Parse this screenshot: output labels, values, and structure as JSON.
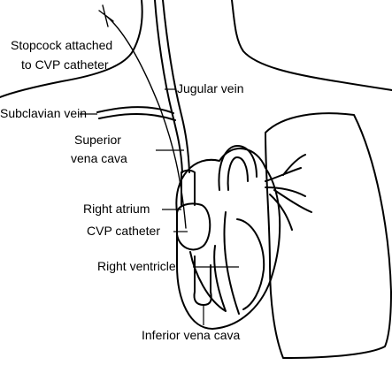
{
  "labels": {
    "stopcock_line1": "Stopcock attached",
    "stopcock_line2": "to CVP catheter",
    "jugular": "Jugular vein",
    "subclavian": "Subclavian vein",
    "superior_line1": "Superior",
    "superior_line2": "vena cava",
    "right_atrium": "Right atrium",
    "cvp_catheter": "CVP catheter",
    "right_ventricle": "Right ventricle",
    "inferior": "Inferior vena cava"
  }
}
